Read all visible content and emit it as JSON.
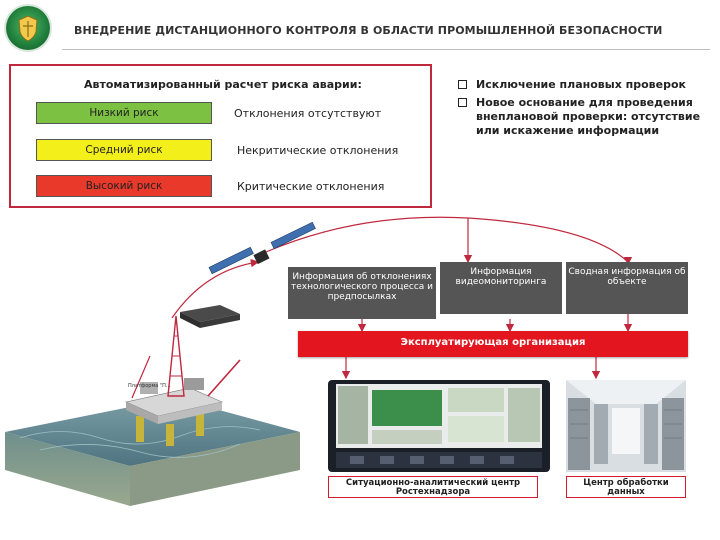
{
  "header": {
    "title": "ВНЕДРЕНИЕ ДИСТАНЦИОННОГО КОНТРОЛЯ В ОБЛАСТИ ПРОМЫШЛЕННОЙ БЕЗОПАСНОСТИ",
    "logo_icon": "emblem-icon"
  },
  "risk": {
    "title": "Автоматизированный расчет риска аварии:",
    "levels": [
      {
        "label": "Низкий риск",
        "desc": "Отклонения отсутствуют",
        "color": "#7dc143"
      },
      {
        "label": "Средний риск",
        "desc": "Некритические отклонения",
        "color": "#f3ef1a"
      },
      {
        "label": "Высокий риск",
        "desc": "Критические отклонения",
        "color": "#e8392b"
      }
    ]
  },
  "bullets": [
    "Исключение плановых проверок",
    "Новое основание для проведения внеплановой проверки: отсутствие или искажение информации"
  ],
  "info_boxes": [
    "Информация об отклонениях технологического процесса и предпосылках",
    "Информация видеомониторинга",
    "Сводная информация об объекте"
  ],
  "org_bar": "Эксплуатирующая организация",
  "bottom": {
    "center_label": "Ситуационно-аналитический центр Ростехнадзора",
    "data_center_label": "Центр обработки данных"
  },
  "platform_label": "Платформа \"П...",
  "colors": {
    "accent_red": "#e3161f",
    "frame_red": "#c0283e",
    "info_gray": "#555555"
  }
}
